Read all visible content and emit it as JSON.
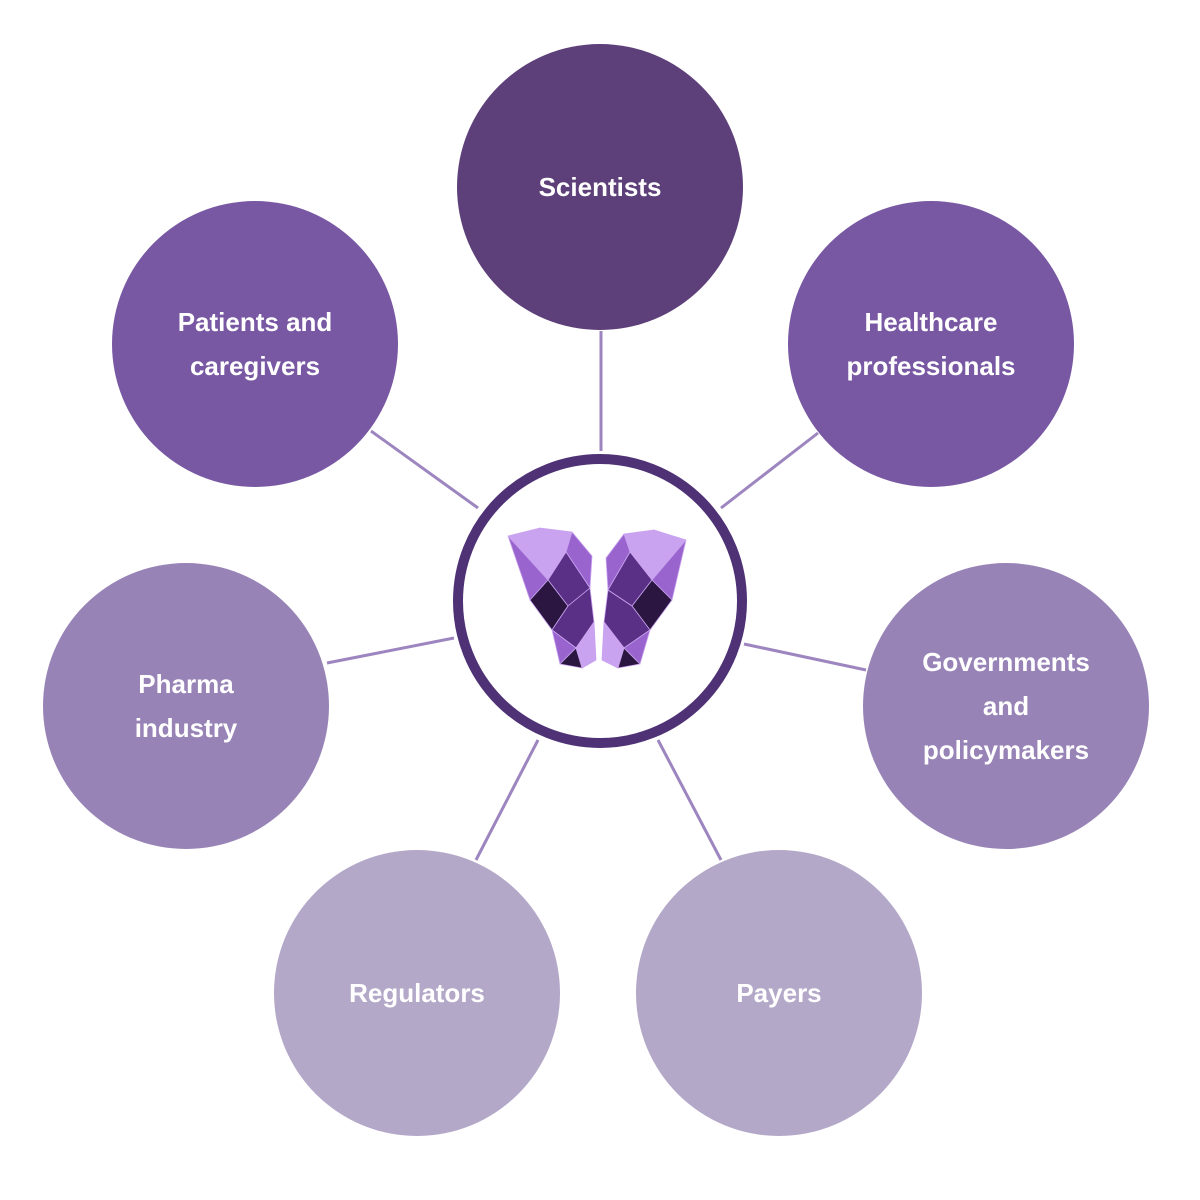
{
  "colors": {
    "background": "#ffffff",
    "hub_ring": "#4e3275",
    "hub_fill": "#ffffff",
    "connector": "#9d85c0",
    "logo_light": "#c9a3ef",
    "logo_mid": "#9a64cf",
    "logo_dark": "#5a2f86",
    "logo_deep": "#2a1640"
  },
  "hub": {
    "logo_icon": "polygonal-butterfly-logo"
  },
  "nodes": [
    {
      "id": "scientists",
      "lines": [
        "Scientists"
      ],
      "color": "#5d3f79"
    },
    {
      "id": "healthcare-professionals",
      "lines": [
        "Healthcare",
        "professionals"
      ],
      "color": "#7858a3"
    },
    {
      "id": "governments-and-policymakers",
      "lines": [
        "Governments",
        "and",
        "policymakers"
      ],
      "color": "#9883b7"
    },
    {
      "id": "payers",
      "lines": [
        "Payers"
      ],
      "color": "#b4a8c9"
    },
    {
      "id": "regulators",
      "lines": [
        "Regulators"
      ],
      "color": "#b4a8c9"
    },
    {
      "id": "pharma-industry",
      "lines": [
        "Pharma",
        "industry"
      ],
      "color": "#9883b7"
    },
    {
      "id": "patients-and-caregivers",
      "lines": [
        "Patients and",
        "caregivers"
      ],
      "color": "#7858a3"
    }
  ]
}
